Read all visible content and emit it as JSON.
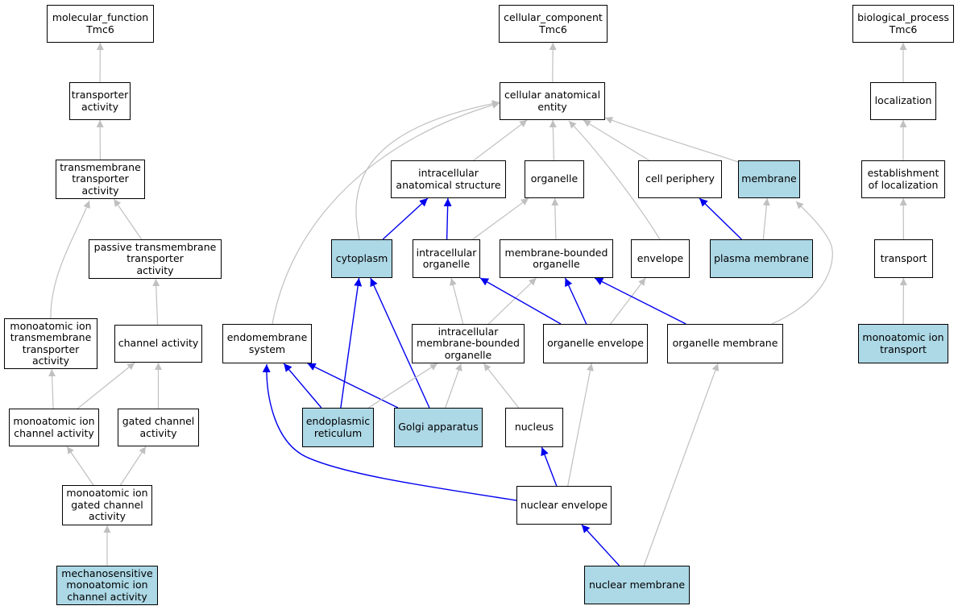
{
  "colors": {
    "highlight": "#add8e6",
    "normal": "#ffffff",
    "edge_blue": "#0000ee",
    "edge_gray": "#c0c0c0"
  },
  "nodes": {
    "mf_root": {
      "label": "molecular_function\nTmc6",
      "highlight": false
    },
    "cc_root": {
      "label": "cellular_component\nTmc6",
      "highlight": false
    },
    "bp_root": {
      "label": "biological_process\nTmc6",
      "highlight": false
    },
    "transporter_activity": {
      "label": "transporter\nactivity",
      "highlight": false
    },
    "tm_transporter_activity": {
      "label": "transmembrane\ntransporter\nactivity",
      "highlight": false
    },
    "passive_tm": {
      "label": "passive transmembrane\ntransporter\nactivity",
      "highlight": false
    },
    "ion_tm_transporter": {
      "label": "monoatomic ion\ntransmembrane\ntransporter\nactivity",
      "highlight": false
    },
    "channel_activity": {
      "label": "channel activity",
      "highlight": false
    },
    "ion_channel_activity": {
      "label": "monoatomic ion\nchannel activity",
      "highlight": false
    },
    "gated_channel": {
      "label": "gated channel\nactivity",
      "highlight": false
    },
    "ion_gated_channel": {
      "label": "monoatomic ion\ngated channel\nactivity",
      "highlight": false
    },
    "mechanosensitive": {
      "label": "mechanosensitive\nmonoatomic ion\nchannel activity",
      "highlight": true
    },
    "cellular_anatomical_entity": {
      "label": "cellular anatomical\nentity",
      "highlight": false
    },
    "intracellular_anat": {
      "label": "intracellular\nanatomical structure",
      "highlight": false
    },
    "organelle": {
      "label": "organelle",
      "highlight": false
    },
    "cell_periphery": {
      "label": "cell periphery",
      "highlight": false
    },
    "membrane": {
      "label": "membrane",
      "highlight": true
    },
    "cytoplasm": {
      "label": "cytoplasm",
      "highlight": true
    },
    "intracellular_organelle": {
      "label": "intracellular\norganelle",
      "highlight": false
    },
    "membrane_bounded": {
      "label": "membrane-bounded\norganelle",
      "highlight": false
    },
    "envelope": {
      "label": "envelope",
      "highlight": false
    },
    "plasma_membrane": {
      "label": "plasma membrane",
      "highlight": true
    },
    "endomembrane": {
      "label": "endomembrane\nsystem",
      "highlight": false
    },
    "intra_mb_organelle": {
      "label": "intracellular\nmembrane-bounded\norganelle",
      "highlight": false
    },
    "organelle_envelope": {
      "label": "organelle envelope",
      "highlight": false
    },
    "organelle_membrane": {
      "label": "organelle membrane",
      "highlight": false
    },
    "er": {
      "label": "endoplasmic\nreticulum",
      "highlight": true
    },
    "golgi": {
      "label": "Golgi apparatus",
      "highlight": true
    },
    "nucleus": {
      "label": "nucleus",
      "highlight": false
    },
    "nuclear_envelope": {
      "label": "nuclear envelope",
      "highlight": false
    },
    "nuclear_membrane": {
      "label": "nuclear membrane",
      "highlight": true
    },
    "localization": {
      "label": "localization",
      "highlight": false
    },
    "establishment_localization": {
      "label": "establishment\nof localization",
      "highlight": false
    },
    "transport": {
      "label": "transport",
      "highlight": false
    },
    "ion_transport": {
      "label": "monoatomic ion\ntransport",
      "highlight": true
    }
  },
  "edges": [
    {
      "from": "transporter_activity",
      "to": "mf_root",
      "color": "gray"
    },
    {
      "from": "tm_transporter_activity",
      "to": "transporter_activity",
      "color": "gray"
    },
    {
      "from": "passive_tm",
      "to": "tm_transporter_activity",
      "color": "gray"
    },
    {
      "from": "ion_tm_transporter",
      "to": "tm_transporter_activity",
      "color": "gray"
    },
    {
      "from": "channel_activity",
      "to": "passive_tm",
      "color": "gray"
    },
    {
      "from": "ion_channel_activity",
      "to": "ion_tm_transporter",
      "color": "gray"
    },
    {
      "from": "ion_channel_activity",
      "to": "channel_activity",
      "color": "gray"
    },
    {
      "from": "gated_channel",
      "to": "channel_activity",
      "color": "gray"
    },
    {
      "from": "ion_gated_channel",
      "to": "ion_channel_activity",
      "color": "gray"
    },
    {
      "from": "ion_gated_channel",
      "to": "gated_channel",
      "color": "gray"
    },
    {
      "from": "mechanosensitive",
      "to": "ion_gated_channel",
      "color": "gray"
    },
    {
      "from": "cellular_anatomical_entity",
      "to": "cc_root",
      "color": "gray"
    },
    {
      "from": "intracellular_anat",
      "to": "cellular_anatomical_entity",
      "color": "gray"
    },
    {
      "from": "organelle",
      "to": "cellular_anatomical_entity",
      "color": "gray"
    },
    {
      "from": "cell_periphery",
      "to": "cellular_anatomical_entity",
      "color": "gray"
    },
    {
      "from": "membrane",
      "to": "cellular_anatomical_entity",
      "color": "gray"
    },
    {
      "from": "envelope",
      "to": "cellular_anatomical_entity",
      "color": "gray"
    },
    {
      "from": "cytoplasm",
      "to": "cellular_anatomical_entity",
      "color": "gray"
    },
    {
      "from": "endomembrane",
      "to": "cellular_anatomical_entity",
      "color": "gray"
    },
    {
      "from": "cytoplasm",
      "to": "intracellular_anat",
      "color": "blue"
    },
    {
      "from": "intracellular_organelle",
      "to": "intracellular_anat",
      "color": "blue"
    },
    {
      "from": "intracellular_organelle",
      "to": "organelle",
      "color": "gray"
    },
    {
      "from": "membrane_bounded",
      "to": "organelle",
      "color": "gray"
    },
    {
      "from": "plasma_membrane",
      "to": "cell_periphery",
      "color": "blue"
    },
    {
      "from": "plasma_membrane",
      "to": "membrane",
      "color": "gray"
    },
    {
      "from": "organelle_membrane",
      "to": "membrane",
      "color": "gray"
    },
    {
      "from": "intra_mb_organelle",
      "to": "intracellular_organelle",
      "color": "gray"
    },
    {
      "from": "intra_mb_organelle",
      "to": "membrane_bounded",
      "color": "gray"
    },
    {
      "from": "organelle_envelope",
      "to": "intracellular_organelle",
      "color": "blue"
    },
    {
      "from": "organelle_envelope",
      "to": "membrane_bounded",
      "color": "blue"
    },
    {
      "from": "organelle_envelope",
      "to": "envelope",
      "color": "gray"
    },
    {
      "from": "organelle_membrane",
      "to": "membrane_bounded",
      "color": "blue"
    },
    {
      "from": "er",
      "to": "cytoplasm",
      "color": "blue"
    },
    {
      "from": "golgi",
      "to": "cytoplasm",
      "color": "blue"
    },
    {
      "from": "er",
      "to": "endomembrane",
      "color": "blue"
    },
    {
      "from": "golgi",
      "to": "endomembrane",
      "color": "blue"
    },
    {
      "from": "er",
      "to": "intra_mb_organelle",
      "color": "gray"
    },
    {
      "from": "golgi",
      "to": "intra_mb_organelle",
      "color": "gray"
    },
    {
      "from": "nucleus",
      "to": "intra_mb_organelle",
      "color": "gray"
    },
    {
      "from": "nuclear_envelope",
      "to": "nucleus",
      "color": "blue"
    },
    {
      "from": "nuclear_envelope",
      "to": "organelle_envelope",
      "color": "gray"
    },
    {
      "from": "nuclear_envelope",
      "to": "endomembrane",
      "color": "blue"
    },
    {
      "from": "nuclear_membrane",
      "to": "nuclear_envelope",
      "color": "blue"
    },
    {
      "from": "nuclear_membrane",
      "to": "organelle_membrane",
      "color": "gray"
    },
    {
      "from": "establishment_localization",
      "to": "localization",
      "color": "gray"
    },
    {
      "from": "localization",
      "to": "bp_root",
      "color": "gray"
    },
    {
      "from": "transport",
      "to": "establishment_localization",
      "color": "gray"
    },
    {
      "from": "ion_transport",
      "to": "transport",
      "color": "gray"
    }
  ]
}
